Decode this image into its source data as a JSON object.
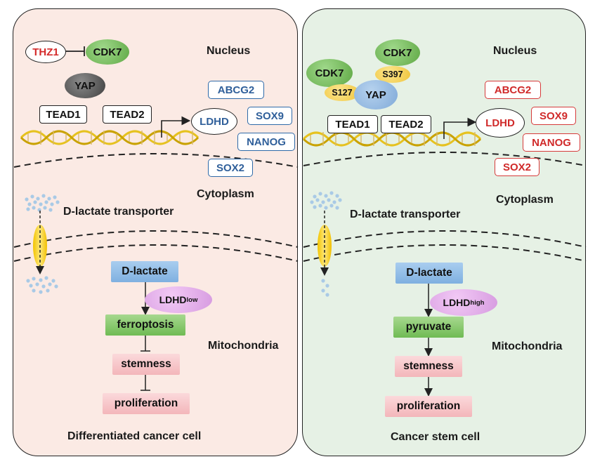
{
  "panels": {
    "left": {
      "nucleus": "Nucleus",
      "cytoplasm": "Cytoplasm",
      "mitochondria": "Mitochondria",
      "transporter": "D-lactate transporter",
      "title": "Differentiated cancer cell",
      "thz1": "THZ1",
      "cdk7": "CDK7",
      "yap": "YAP",
      "tead1": "TEAD1",
      "tead2": "TEAD2",
      "ldhd": "LDHD",
      "genes": [
        "ABCG2",
        "SOX9",
        "NANOG",
        "SOX2"
      ],
      "pathway": {
        "dlactate": "D-lactate",
        "ldhd_label": "LDHD",
        "ldhd_level": "low",
        "steps": [
          "ferroptosis",
          "stemness",
          "proliferation"
        ]
      }
    },
    "right": {
      "nucleus": "Nucleus",
      "cytoplasm": "Cytoplasm",
      "mitochondria": "Mitochondria",
      "transporter": "D-lactate transporter",
      "title": "Cancer stem cell",
      "cdk7_a": "CDK7",
      "cdk7_b": "CDK7",
      "s397": "S397",
      "s127": "S127",
      "yap": "YAP",
      "tead1": "TEAD1",
      "tead2": "TEAD2",
      "ldhd": "LDHD",
      "genes": [
        "ABCG2",
        "SOX9",
        "NANOG",
        "SOX2"
      ],
      "pathway": {
        "dlactate": "D-lactate",
        "ldhd_label": "LDHD",
        "ldhd_level": "high",
        "steps": [
          "pyruvate",
          "stemness",
          "proliferation"
        ]
      }
    }
  },
  "colors": {
    "left_bg": "#fbeae4",
    "right_bg": "#e6f1e5",
    "gene_blue": "#2f6aa8",
    "gene_red": "#d63a3a",
    "cdk7_green": "#6fb24f",
    "yap_grey": "#5a5a5a",
    "yap_blue": "#8cb4de",
    "phospho_yellow": "#f5d35e"
  }
}
